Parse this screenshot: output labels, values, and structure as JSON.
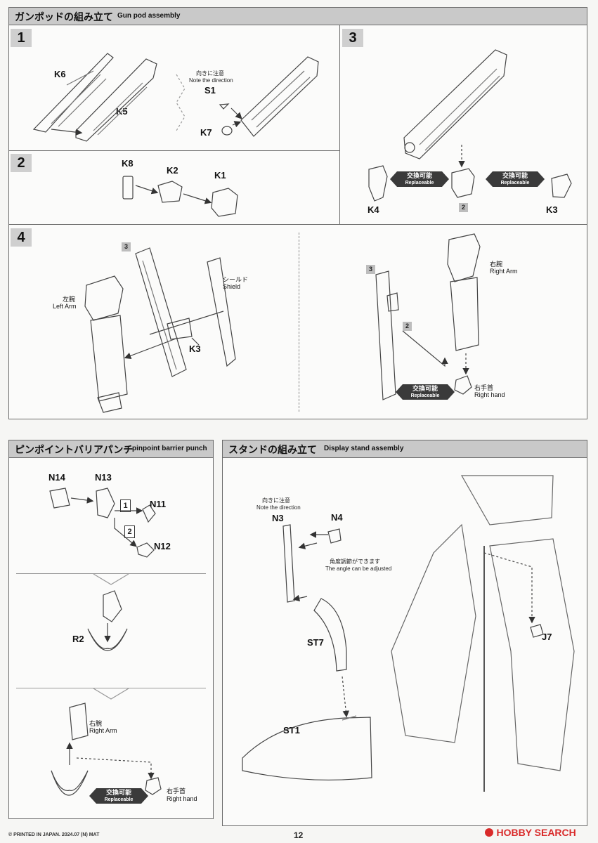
{
  "gunpod": {
    "title_jp": "ガンポッドの組み立て",
    "title_en": "Gun pod assembly",
    "step1": {
      "num": "1",
      "k6": "K6",
      "k5": "K5",
      "note_jp": "向きに注意",
      "note_en": "Note the direction",
      "s1": "S1",
      "k7": "K7"
    },
    "step2": {
      "num": "2",
      "k8": "K8",
      "k2": "K2",
      "k1": "K1"
    },
    "step3": {
      "num": "3",
      "replace_jp": "交換可能",
      "replace_en": "Replaceable",
      "k4": "K4",
      "k3": "K3",
      "tag": "2"
    },
    "step4": {
      "num": "4",
      "tag3": "3",
      "tag2": "2",
      "left_arm_jp": "左腕",
      "left_arm_en": "Left Arm",
      "shield_jp": "シールド",
      "shield_en": "Shield",
      "k3": "K3",
      "right_arm_jp": "右腕",
      "right_arm_en": "Right Arm",
      "right_hand_jp": "右手首",
      "right_hand_en": "Right hand",
      "replace_jp": "交換可能",
      "replace_en": "Replaceable"
    }
  },
  "punch": {
    "title_jp": "ピンポイントバリアパンチ",
    "title_en": "pinpoint barrier punch",
    "n14": "N14",
    "n13": "N13",
    "n11": "N11",
    "n12": "N12",
    "tag1": "1",
    "tag2": "2",
    "r2": "R2",
    "right_arm_jp": "右腕",
    "right_arm_en": "Right Arm",
    "right_hand_jp": "右手首",
    "right_hand_en": "Right hand",
    "replace_jp": "交換可能",
    "replace_en": "Replaceable"
  },
  "stand": {
    "title_jp": "スタンドの組み立て",
    "title_en": "Display stand assembly",
    "note_jp": "向きに注意",
    "note_en": "Note the direction",
    "n3": "N3",
    "n4": "N4",
    "angle_jp": "角度調節ができます",
    "angle_en": "The angle can be adjusted",
    "st7": "ST7",
    "st1": "ST1",
    "j7": "J7"
  },
  "footer": {
    "printed": "© PRINTED IN JAPAN. 2024.07 (N) MAT",
    "page": "12",
    "brand": "HOBBY SEARCH"
  }
}
